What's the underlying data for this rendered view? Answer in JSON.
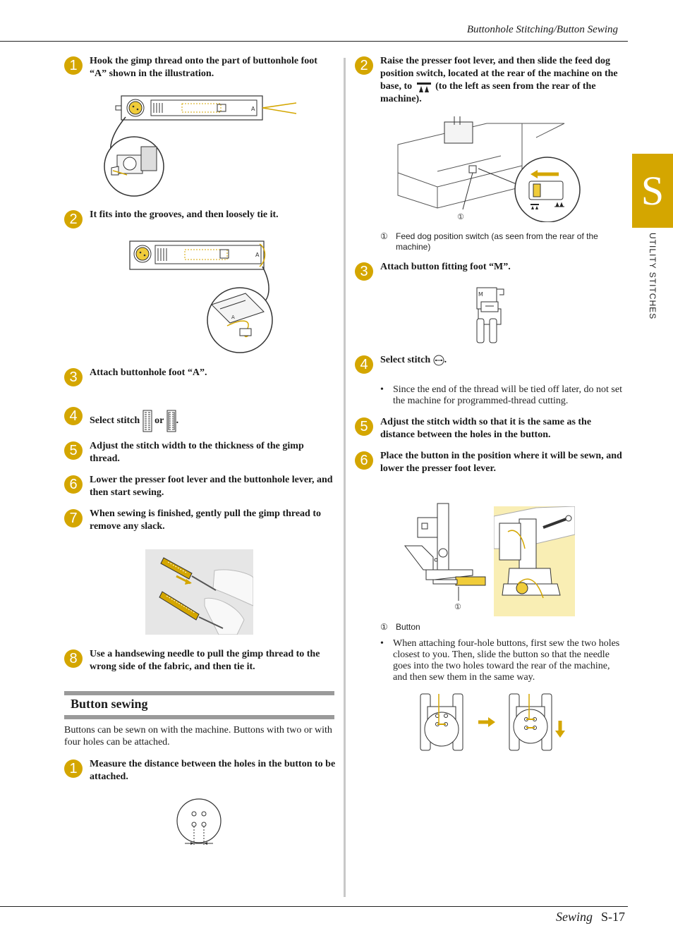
{
  "header": {
    "title": "Buttonhole Stitching/Button Sewing"
  },
  "side_tab": {
    "letter": "S",
    "label": "UTILITY STITCHES"
  },
  "left": {
    "steps_a": [
      {
        "n": "1",
        "text": "Hook the gimp thread onto the part of buttonhole foot “A” shown in the illustration."
      },
      {
        "n": "2",
        "text": "It fits into the grooves, and then loosely tie it."
      },
      {
        "n": "3",
        "text": "Attach buttonhole foot “A”."
      },
      {
        "n": "4",
        "text_before": "Select stitch",
        "text_mid": "or",
        "text_after": "."
      },
      {
        "n": "5",
        "text": "Adjust the stitch width to the thickness of the gimp thread."
      },
      {
        "n": "6",
        "text": "Lower the presser foot lever and the buttonhole lever, and then start sewing."
      },
      {
        "n": "7",
        "text": "When sewing is finished, gently pull the gimp thread to remove any slack."
      },
      {
        "n": "8",
        "text": "Use a handsewing needle to pull the gimp thread to the wrong side of the fabric, and then tie it."
      }
    ],
    "section": {
      "title": "Button sewing",
      "intro": "Buttons can be sewn on with the machine. Buttons with two or with four holes can be attached."
    },
    "steps_b": [
      {
        "n": "1",
        "text": "Measure the distance between the holes in the button to be attached."
      }
    ]
  },
  "right": {
    "steps": [
      {
        "n": "2",
        "text_before": "Raise the presser foot lever, and then slide the feed dog position switch, located at the rear of the machine on the base, to",
        "text_after": "(to the left as seen from the rear of the machine)."
      },
      {
        "n": "3",
        "text": "Attach button fitting foot “M”."
      },
      {
        "n": "4",
        "text_before": "Select stitch",
        "text_after": "."
      },
      {
        "n": "5",
        "text": "Adjust the stitch width so that it is the same as the distance between the holes in the button."
      },
      {
        "n": "6",
        "text": "Place the button in the position where it will be sewn, and lower the presser foot lever."
      }
    ],
    "callout_1": {
      "mark": "①",
      "text": "Feed dog position switch (as seen from the rear of the machine)"
    },
    "bullet_1": "Since the end of the thread will be tied off later, do not set the machine for programmed-thread cutting.",
    "callout_2": {
      "mark": "①",
      "text": "Button"
    },
    "bullet_2": "When attaching four-hole buttons, first sew the two holes closest to you. Then, slide the button so that the needle goes into the two holes toward the rear of the machine, and then sew them in the same way.",
    "fig_marks": {
      "m1": "①",
      "m2": "①",
      "foot_a": "A",
      "foot_m": "M"
    }
  },
  "footer": {
    "section": "Sewing",
    "page": "S-17"
  },
  "colors": {
    "accent": "#d4a600",
    "rule": "#9a9a9a"
  }
}
